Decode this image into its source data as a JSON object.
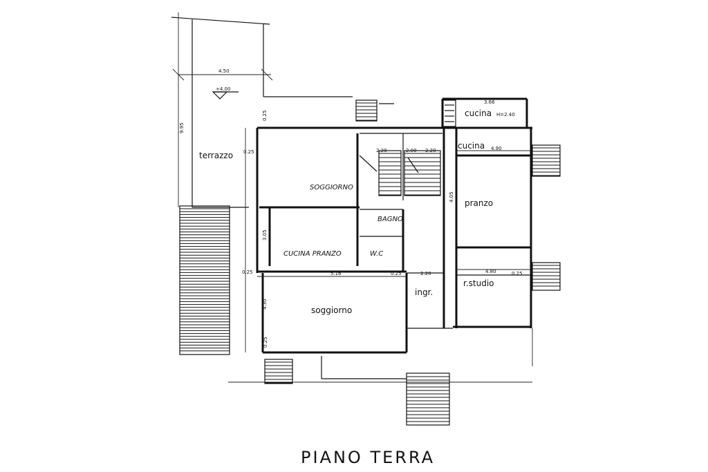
{
  "drawing_title": "PIANO TERRA",
  "rooms": {
    "terrazzo": "terrazzo",
    "soggiorno_upper": "SOGGIORNO",
    "bagno": "BAGNO",
    "cucina_pranzo": "CUCINA PRANZO",
    "wc": "W.C",
    "soggiorno_lower": "soggiorno",
    "ingresso": "ingr.",
    "cucina_top": "cucina",
    "cucina_height": "H=2.40",
    "cucina": "cucina",
    "pranzo": "pranzo",
    "studio": "r.studio"
  },
  "dimensions": {
    "terrace_width": "4.50",
    "terrace_level": "+4.00",
    "terrace_depth": "9.95",
    "cucina_top_width": "3.66",
    "cucina_width": "4.90",
    "studio_width": "4.80",
    "lower_soggiorno_width": "5.16",
    "stair_a": "2.20",
    "stair_b": "2.00",
    "stair_c": "2.20",
    "ingresso_width": "2.20",
    "cucina_pranzo_depth": "3.05",
    "soggiorno_depth": "4.30",
    "pranzo_depth": "4.05",
    "wall_1": "0.25",
    "wall_2": "0.25",
    "wall_3": "0.25",
    "wall_4": "0.25",
    "wall_5": "0.25",
    "wall_6": "0.25"
  }
}
